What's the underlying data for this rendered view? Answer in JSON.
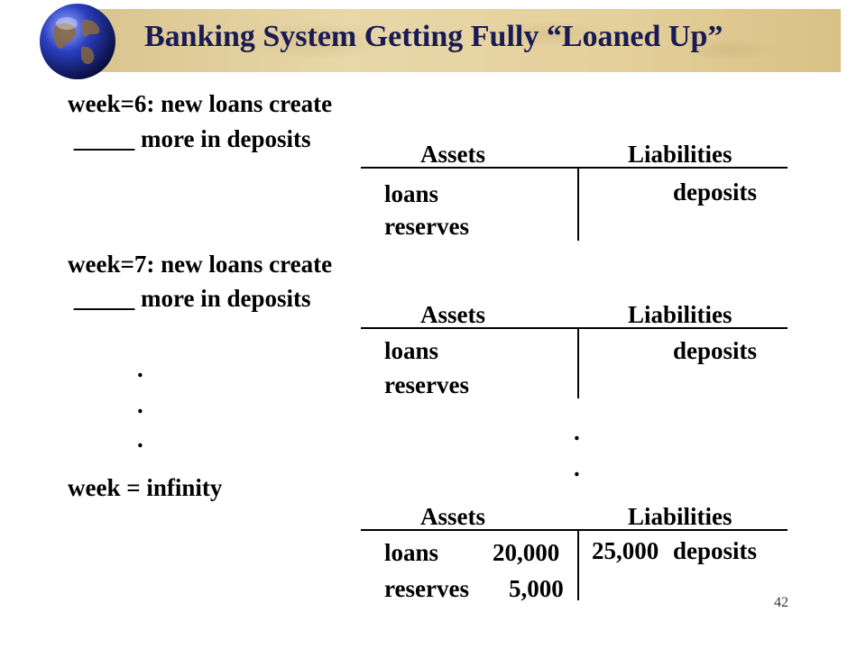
{
  "title": "Banking System Getting Fully “Loaned Up”",
  "week6": {
    "line1": "week=6: new loans create",
    "line2": " _____ more in deposits"
  },
  "week7": {
    "line1": "week=7: new loans create",
    "line2": " _____ more in deposits"
  },
  "week_infinity": {
    "label": "week = infinity"
  },
  "dots": {
    "dot": "."
  },
  "table1": {
    "assets_header": "Assets",
    "liabilities_header": "Liabilities",
    "loans": "loans",
    "reserves": "reserves",
    "deposits": "deposits"
  },
  "table2": {
    "assets_header": "Assets",
    "liabilities_header": "Liabilities",
    "loans": "loans",
    "reserves": "reserves",
    "deposits": "deposits"
  },
  "table3": {
    "assets_header": "Assets",
    "liabilities_header": "Liabilities",
    "loans": "loans",
    "loans_value": "20,000",
    "reserves": "reserves",
    "reserves_value": "5,000",
    "deposits_value": "25,000",
    "deposits": "deposits"
  },
  "slide_number": "42",
  "colors": {
    "title_text": "#1a1a55",
    "title_bar": "#e4d09c"
  },
  "icons": {
    "globe": "globe-icon"
  }
}
